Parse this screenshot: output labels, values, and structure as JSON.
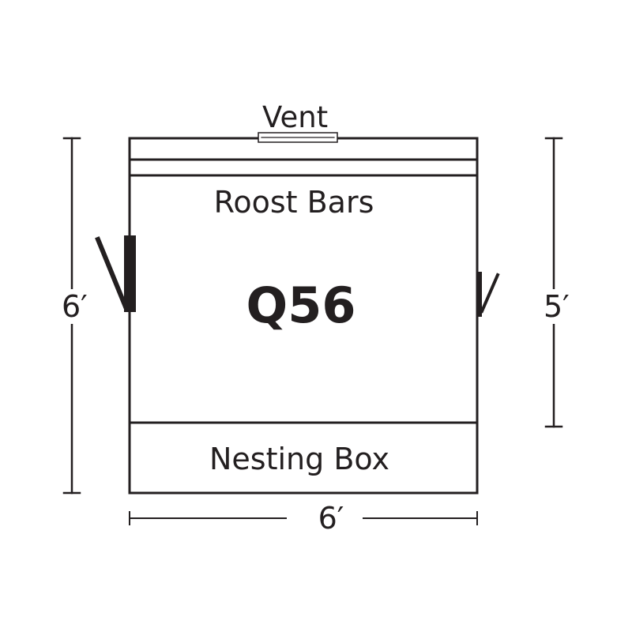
{
  "diagram": {
    "model": "Q56",
    "vent_label": "Vent",
    "roost_label": "Roost Bars",
    "nesting_label": "Nesting Box",
    "dimensions": {
      "left_height": "6′",
      "right_height": "5′",
      "width": "6′"
    },
    "colors": {
      "line": "#231f20",
      "background": "#ffffff"
    }
  }
}
